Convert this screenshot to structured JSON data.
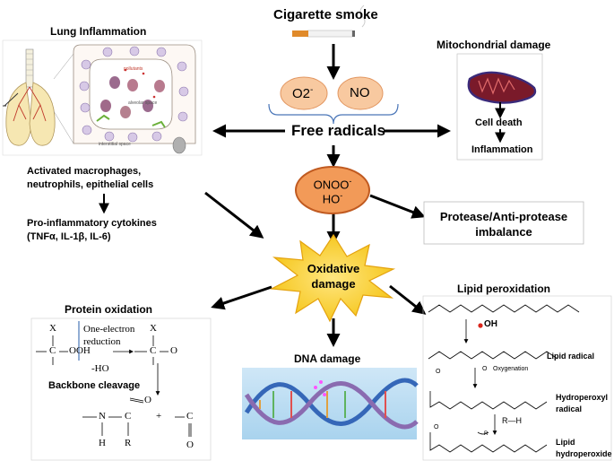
{
  "title": "Cigarette smoke",
  "radicals": {
    "o2": "O2",
    "o2_sup": "-",
    "no": "NO"
  },
  "free_radicals": "Free radicals",
  "onoo": {
    "line1": "ONOO",
    "line1_sup": "-",
    "line2": "HO",
    "line2_sup": "-"
  },
  "oxidative": {
    "line1": "Oxidative",
    "line2": "damage"
  },
  "lung": {
    "title": "Lung Inflammation",
    "panel_labels": [
      "pollutants",
      "alveolar space",
      "interstitial space"
    ],
    "line1": "Activated macrophages,",
    "line2": "neutrophils, epithelial cells",
    "cytokines1": "Pro-inflammatory cytokines",
    "cytokines2": "(TNFα, IL-1β, IL-6)"
  },
  "mito": {
    "title": "Mitochondrial damage",
    "cell_death": "Cell death",
    "inflammation": "Inflammation"
  },
  "protease": {
    "line1": "Protease/Anti-protease",
    "line2": "imbalance"
  },
  "protein": {
    "title": "Protein oxidation",
    "x1": "X",
    "c1": "C",
    "ooh": "OOH",
    "reaction1": "One-electron",
    "reaction2": "reduction",
    "ho": "-HO",
    "x2": "X",
    "c2": "C",
    "o2": "O",
    "cleavage": "Backbone cleavage",
    "n": "N",
    "h": "H",
    "c3": "C",
    "o3": "O",
    "r": "R",
    "plus": "+",
    "c4": "C",
    "o4": "O"
  },
  "dna": {
    "title": "DNA damage"
  },
  "lipid": {
    "title": "Lipid peroxidation",
    "oh": "OH",
    "radical": "Lipid radical",
    "o2_label": "O",
    "oxygenation": "Oxygenation",
    "hydroperoxyl1": "Hydroperoxyl",
    "hydroperoxyl2": "radical",
    "rh": "R—H",
    "r": "R",
    "o2h": "O",
    "hydroperoxide1": "Lipid",
    "hydroperoxide2": "hydroperoxide"
  }
}
